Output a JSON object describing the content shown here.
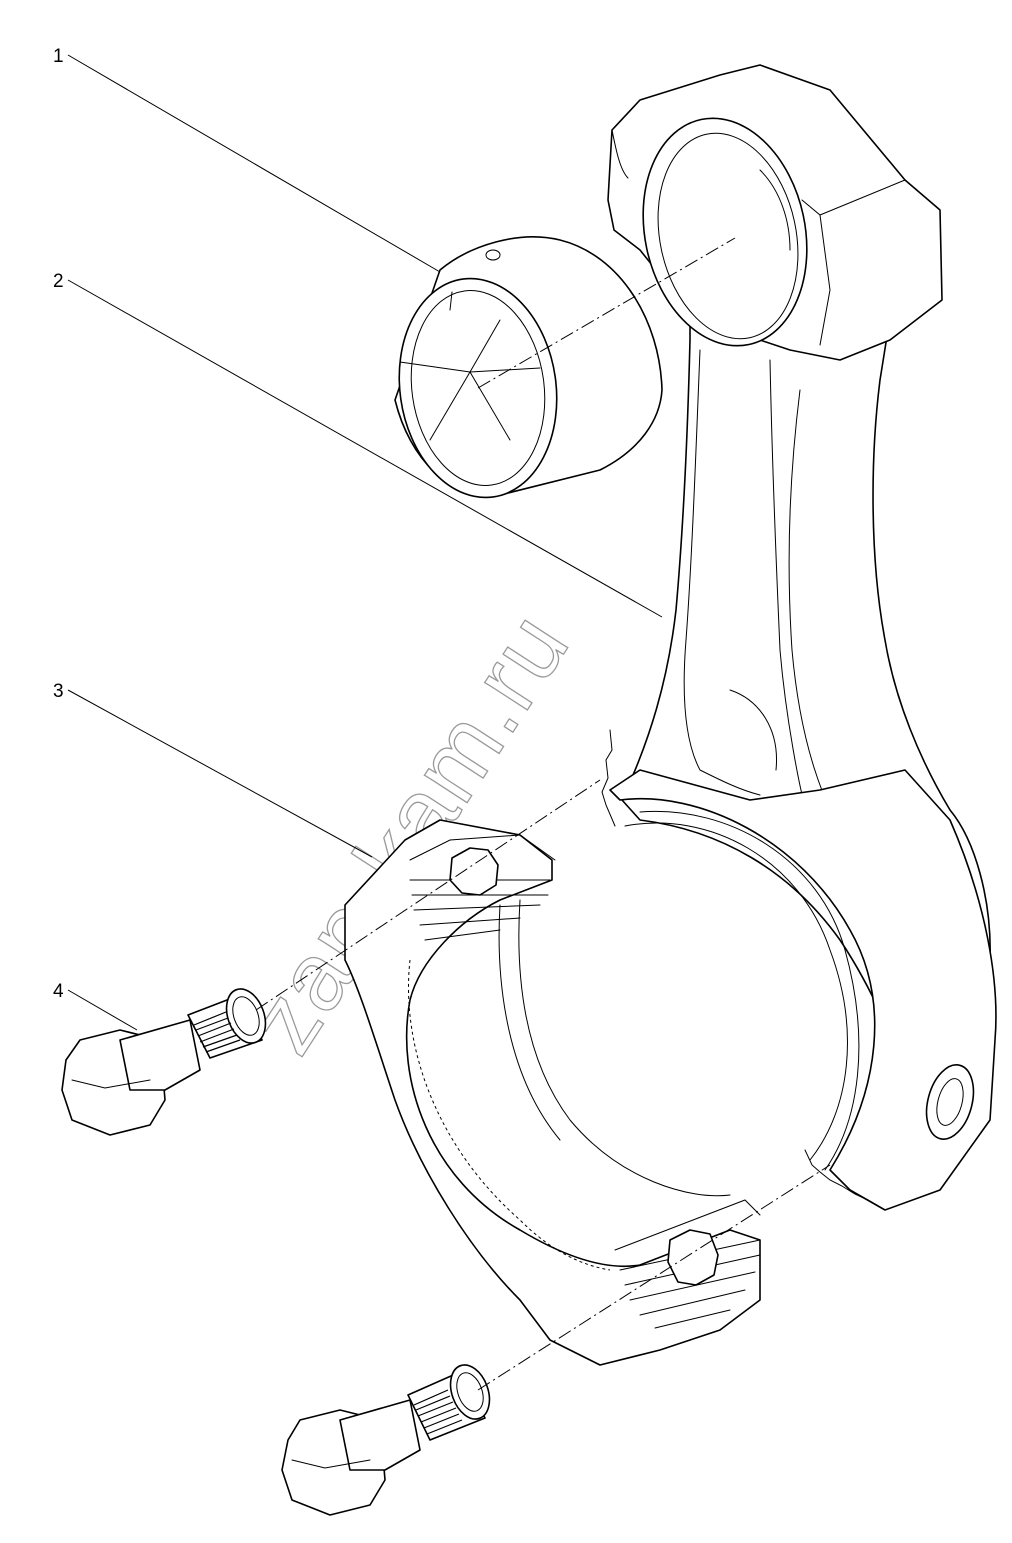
{
  "callouts": [
    {
      "id": "callout-1",
      "label": "1"
    },
    {
      "id": "callout-2",
      "label": "2"
    },
    {
      "id": "callout-3",
      "label": "3"
    },
    {
      "id": "callout-4",
      "label": "4"
    }
  ],
  "watermark": "zap-kam.ru"
}
